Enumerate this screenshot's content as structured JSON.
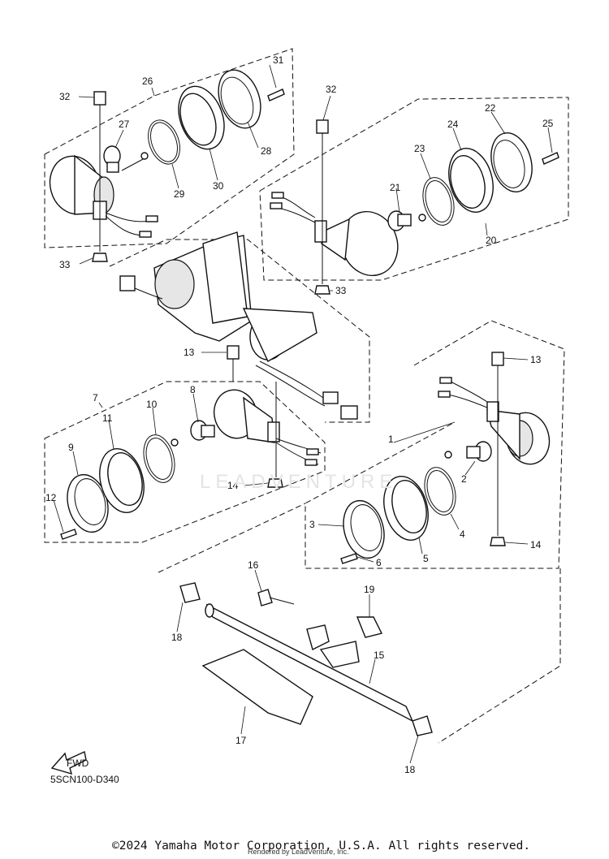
{
  "diagram": {
    "code": "5SCN100-D340",
    "fwd_label": "FWD",
    "copyright": "©2024 Yamaha Motor Corporation, U.S.A. All rights reserved.",
    "rendered_by": "Rendered by LeadVenture, Inc.",
    "watermark": "LEADVENTURE",
    "callouts": [
      {
        "id": "c31",
        "text": "31"
      },
      {
        "id": "c32a",
        "text": "32"
      },
      {
        "id": "c26",
        "text": "26"
      },
      {
        "id": "c27",
        "text": "27"
      },
      {
        "id": "c28",
        "text": "28"
      },
      {
        "id": "c29",
        "text": "29"
      },
      {
        "id": "c30",
        "text": "30"
      },
      {
        "id": "c33a",
        "text": "33"
      },
      {
        "id": "c32b",
        "text": "32"
      },
      {
        "id": "c22",
        "text": "22"
      },
      {
        "id": "c24",
        "text": "24"
      },
      {
        "id": "c25",
        "text": "25"
      },
      {
        "id": "c23",
        "text": "23"
      },
      {
        "id": "c21",
        "text": "21"
      },
      {
        "id": "c20",
        "text": "20"
      },
      {
        "id": "c33b",
        "text": "33"
      },
      {
        "id": "c13a",
        "text": "13"
      },
      {
        "id": "c13b",
        "text": "13"
      },
      {
        "id": "c7",
        "text": "7"
      },
      {
        "id": "c8",
        "text": "8"
      },
      {
        "id": "c10",
        "text": "10"
      },
      {
        "id": "c11",
        "text": "11"
      },
      {
        "id": "c9",
        "text": "9"
      },
      {
        "id": "c12",
        "text": "12"
      },
      {
        "id": "c14a",
        "text": "14"
      },
      {
        "id": "c1",
        "text": "1"
      },
      {
        "id": "c2",
        "text": "2"
      },
      {
        "id": "c3",
        "text": "3"
      },
      {
        "id": "c4",
        "text": "4"
      },
      {
        "id": "c5",
        "text": "5"
      },
      {
        "id": "c6",
        "text": "6"
      },
      {
        "id": "c14b",
        "text": "14"
      },
      {
        "id": "c16",
        "text": "16"
      },
      {
        "id": "c19",
        "text": "19"
      },
      {
        "id": "c18a",
        "text": "18"
      },
      {
        "id": "c15",
        "text": "15"
      },
      {
        "id": "c17",
        "text": "17"
      },
      {
        "id": "c18b",
        "text": "18"
      }
    ]
  }
}
